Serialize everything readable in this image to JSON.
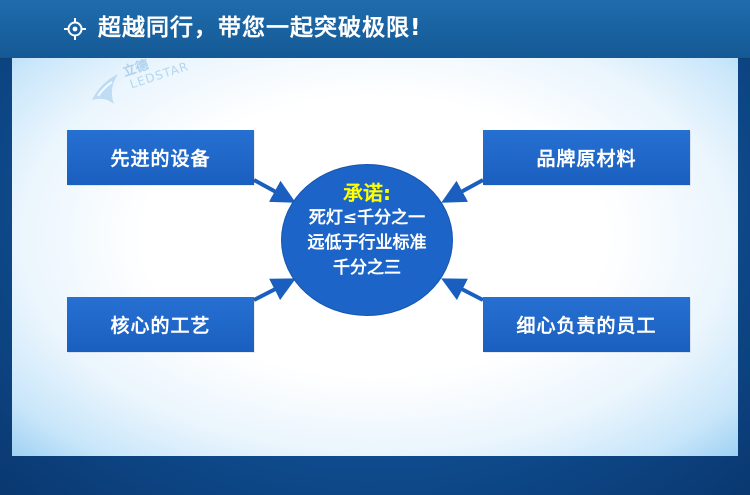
{
  "header": {
    "title": "超越同行，带您一起突破极限!",
    "icon": "crosshair-icon"
  },
  "logo": {
    "text_cn": "立德",
    "text_en": "LEDSTAR",
    "icon": "star-logo-icon"
  },
  "boxes": {
    "top_left": "先进的设备",
    "top_right": "品牌原材料",
    "bottom_left": "核心的工艺",
    "bottom_right": "细心负责的员工"
  },
  "center": {
    "heading": "承诺:",
    "line1": "死灯≤千分之一",
    "line2": "远低于行业标准",
    "line3": "千分之三"
  },
  "colors": {
    "header_bg": "#1a63a3",
    "box_bg": "#1f66c8",
    "circle_bg": "#1c64c8",
    "heading_yellow": "#ffff00",
    "arrow": "#1a5fbf"
  }
}
